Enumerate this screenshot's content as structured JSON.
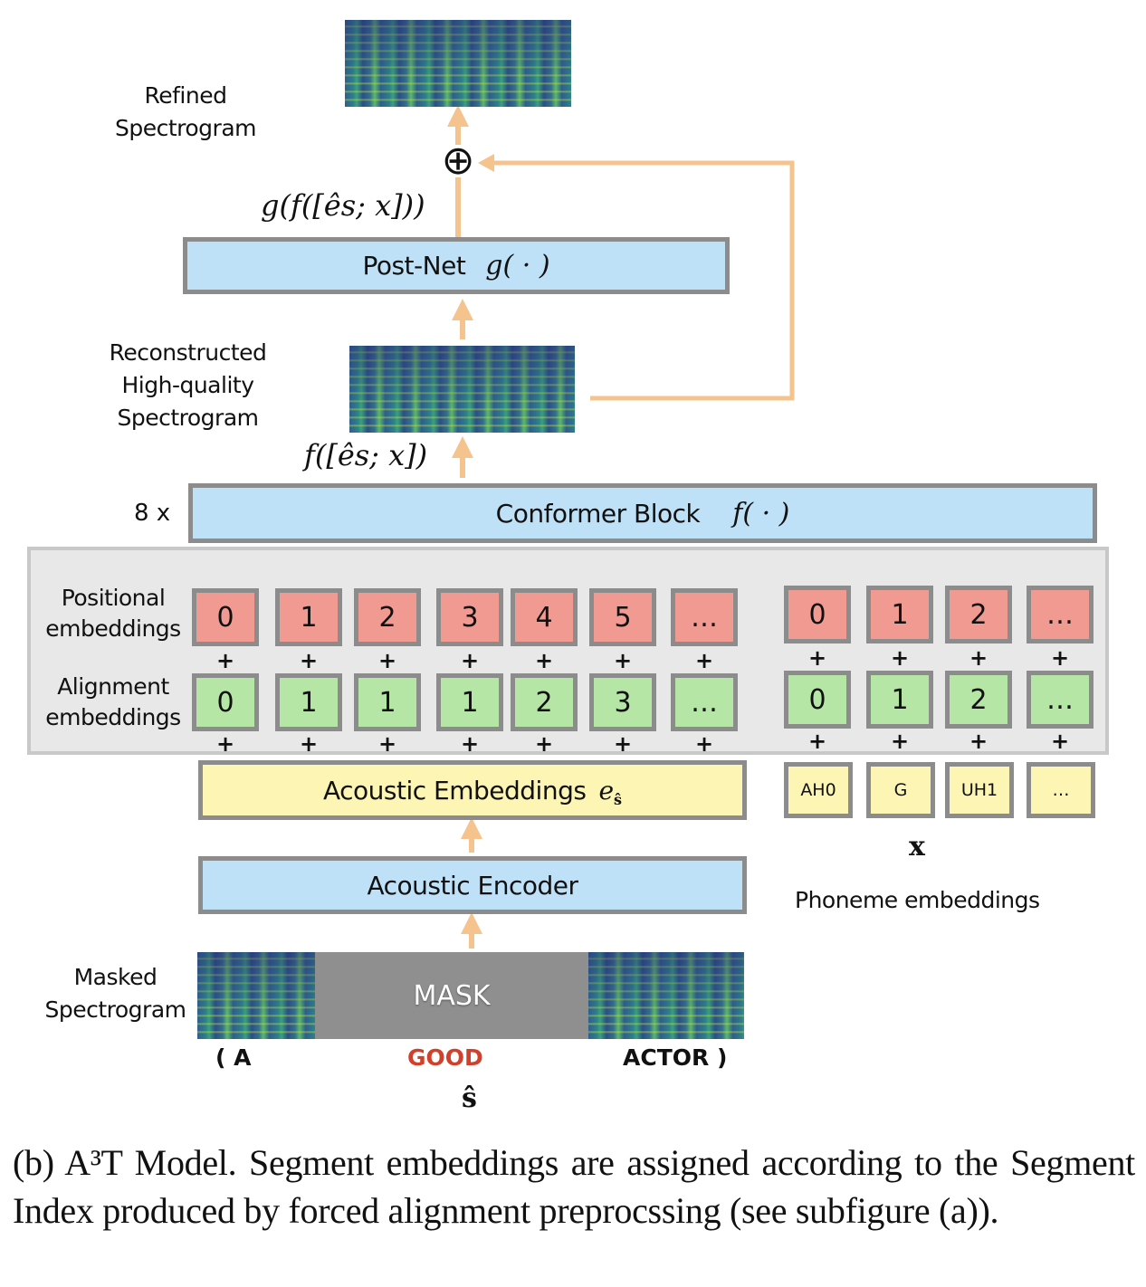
{
  "labels": {
    "refined_spectrogram": [
      "Refined",
      "Spectrogram"
    ],
    "reconstructed_spectrogram": [
      "Reconstructed",
      "High-quality",
      "Spectrogram"
    ],
    "masked_spectrogram": [
      "Masked",
      "Spectrogram"
    ],
    "positional_embeddings": [
      "Positional",
      "embeddings"
    ],
    "alignment_embeddings": [
      "Alignment",
      "embeddings"
    ],
    "phoneme_embeddings": "Phoneme embeddings",
    "phoneme_symbol": "x",
    "repeat": "8 x"
  },
  "formulas": {
    "postnet_output": "g(f([ês; x]))",
    "conformer_output": "f([ês; x])",
    "add_symbol": "⊕"
  },
  "blocks": {
    "postnet": {
      "name": "Post-Net",
      "fn": "g( · )"
    },
    "conformer": {
      "name": "Conformer Block",
      "fn": "f( · )"
    },
    "acoustic_embeddings": {
      "name": "Acoustic Embeddings",
      "fn": "e"
    },
    "acoustic_encoder": {
      "name": "Acoustic Encoder"
    }
  },
  "acoustic_tokens": {
    "positional": [
      "0",
      "1",
      "2",
      "3",
      "4",
      "5",
      "…"
    ],
    "alignment": [
      "0",
      "1",
      "1",
      "1",
      "2",
      "3",
      "…"
    ]
  },
  "phoneme_tokens": {
    "positional": [
      "0",
      "1",
      "2",
      "…"
    ],
    "alignment": [
      "0",
      "1",
      "2",
      "…"
    ],
    "phonemes": [
      "AH0",
      "G",
      "UH1",
      "…"
    ]
  },
  "mask": {
    "label": "MASK",
    "words": [
      "( A",
      "GOOD",
      "ACTOR )"
    ],
    "masked_word_color": "#d2402c",
    "symbol": "ŝ"
  },
  "colors": {
    "arrow": "#f5c48e",
    "block_blue": "#bfe1f8",
    "block_yellow": "#fdf5b3",
    "positional": "#f19a91",
    "alignment": "#b5e6a6",
    "panel": "#e8e8e8"
  },
  "caption": "(b) A³T Model. Segment embeddings are assigned according to the Segment Index produced by forced alignment preprocssing (see subfigure (a))."
}
